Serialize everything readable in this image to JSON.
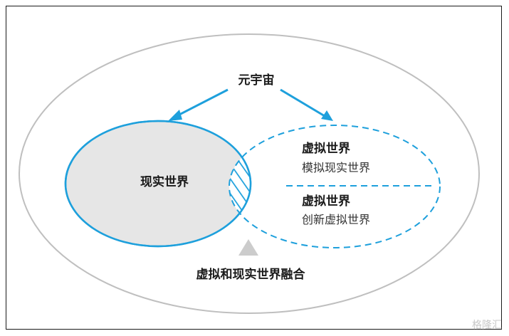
{
  "diagram": {
    "metaverse": "元宇宙",
    "real_world": "现实世界",
    "virtual_world_1_title": "虚拟世界",
    "virtual_world_1_desc": "模拟现实世界",
    "virtual_world_2_title": "虚拟世界",
    "virtual_world_2_desc": "创新虚拟世界",
    "fusion": "虚拟和现实世界融合"
  },
  "watermark": "格隆汇",
  "colors": {
    "accent_blue": "#1ea0dc",
    "real_fill": "#e6e6e6",
    "outer_border": "#bfbfbf",
    "triangle": "#cccccc"
  }
}
